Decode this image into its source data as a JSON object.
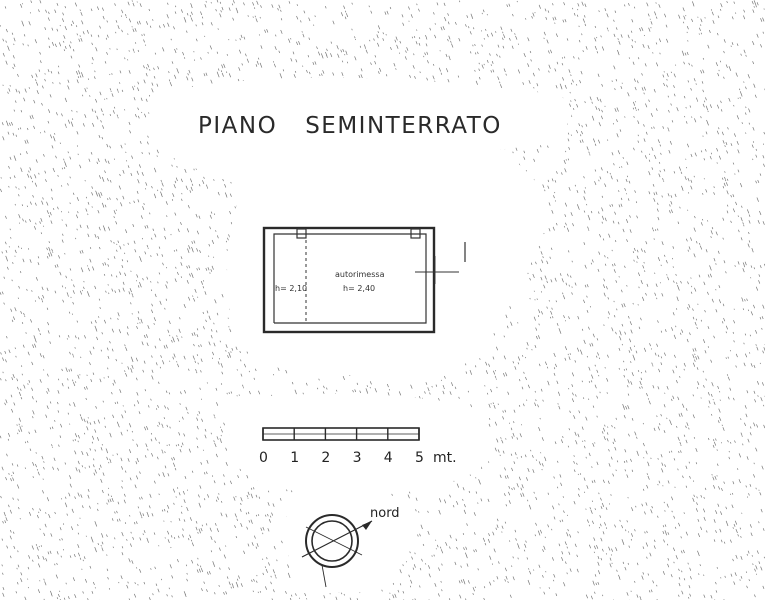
{
  "title": {
    "word1": "PIANO",
    "word2": "SEMINTERRATO"
  },
  "plan": {
    "room_name": "autorimessa",
    "height_left": "h= 2,10",
    "height_right": "h= 2,40"
  },
  "scale": {
    "ticks": [
      "0",
      "1",
      "2",
      "3",
      "4",
      "5"
    ],
    "unit": "mt."
  },
  "compass": {
    "label": "nord"
  },
  "colors": {
    "ink": "#2a2a2a",
    "paper": "#ffffff"
  }
}
